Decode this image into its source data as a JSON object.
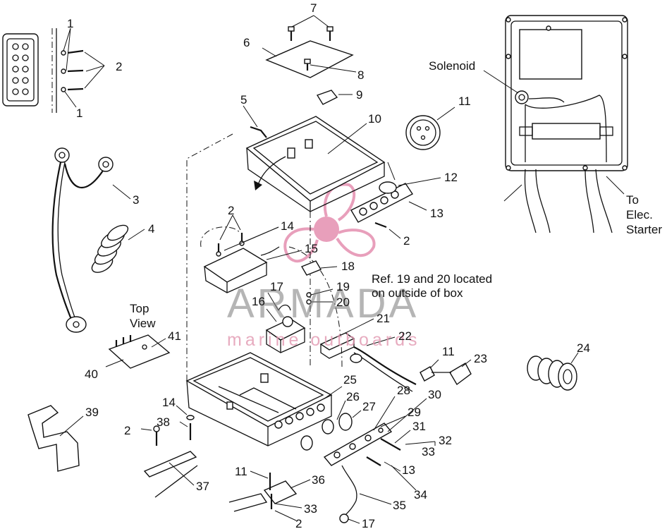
{
  "callouts": {
    "c1a": "1",
    "c1b": "1",
    "c2a": "2",
    "c3": "3",
    "c4": "4",
    "c5": "5",
    "c6": "6",
    "c7": "7",
    "c8": "8",
    "c9": "9",
    "c10": "10",
    "c11a": "11",
    "c12": "12",
    "c13a": "13",
    "c2b": "2",
    "c2c": "2",
    "c14a": "14",
    "c15": "15",
    "c18": "18",
    "c17a": "17",
    "c19": "19",
    "c16": "16",
    "c20": "20",
    "c21": "21",
    "c22": "22",
    "c11b": "11",
    "c23": "23",
    "c24": "24",
    "c41": "41",
    "c40": "40",
    "c39": "39",
    "c25": "25",
    "c26": "26",
    "c27": "27",
    "c28": "28",
    "c29": "29",
    "c30": "30",
    "c31": "31",
    "c32": "32",
    "c33a": "33",
    "c13b": "13",
    "c34": "34",
    "c35": "35",
    "c14b": "14",
    "c38": "38",
    "c2d": "2",
    "c37": "37",
    "c11c": "11",
    "c36": "36",
    "c33b": "33",
    "c2e": "2",
    "c17b": "17"
  },
  "labels": {
    "solenoid": "Solenoid",
    "to_elec_starter_1": "To",
    "to_elec_starter_2": "Elec.",
    "to_elec_starter_3": "Starter",
    "top_view_1": "Top",
    "top_view_2": "View",
    "ref_note_1": "Ref. 19 and 20 located",
    "ref_note_2": "on outside of box"
  },
  "watermark": {
    "brand": "ARMADA",
    "tagline": "marine outboards",
    "logo_color": "#e58fb0"
  }
}
